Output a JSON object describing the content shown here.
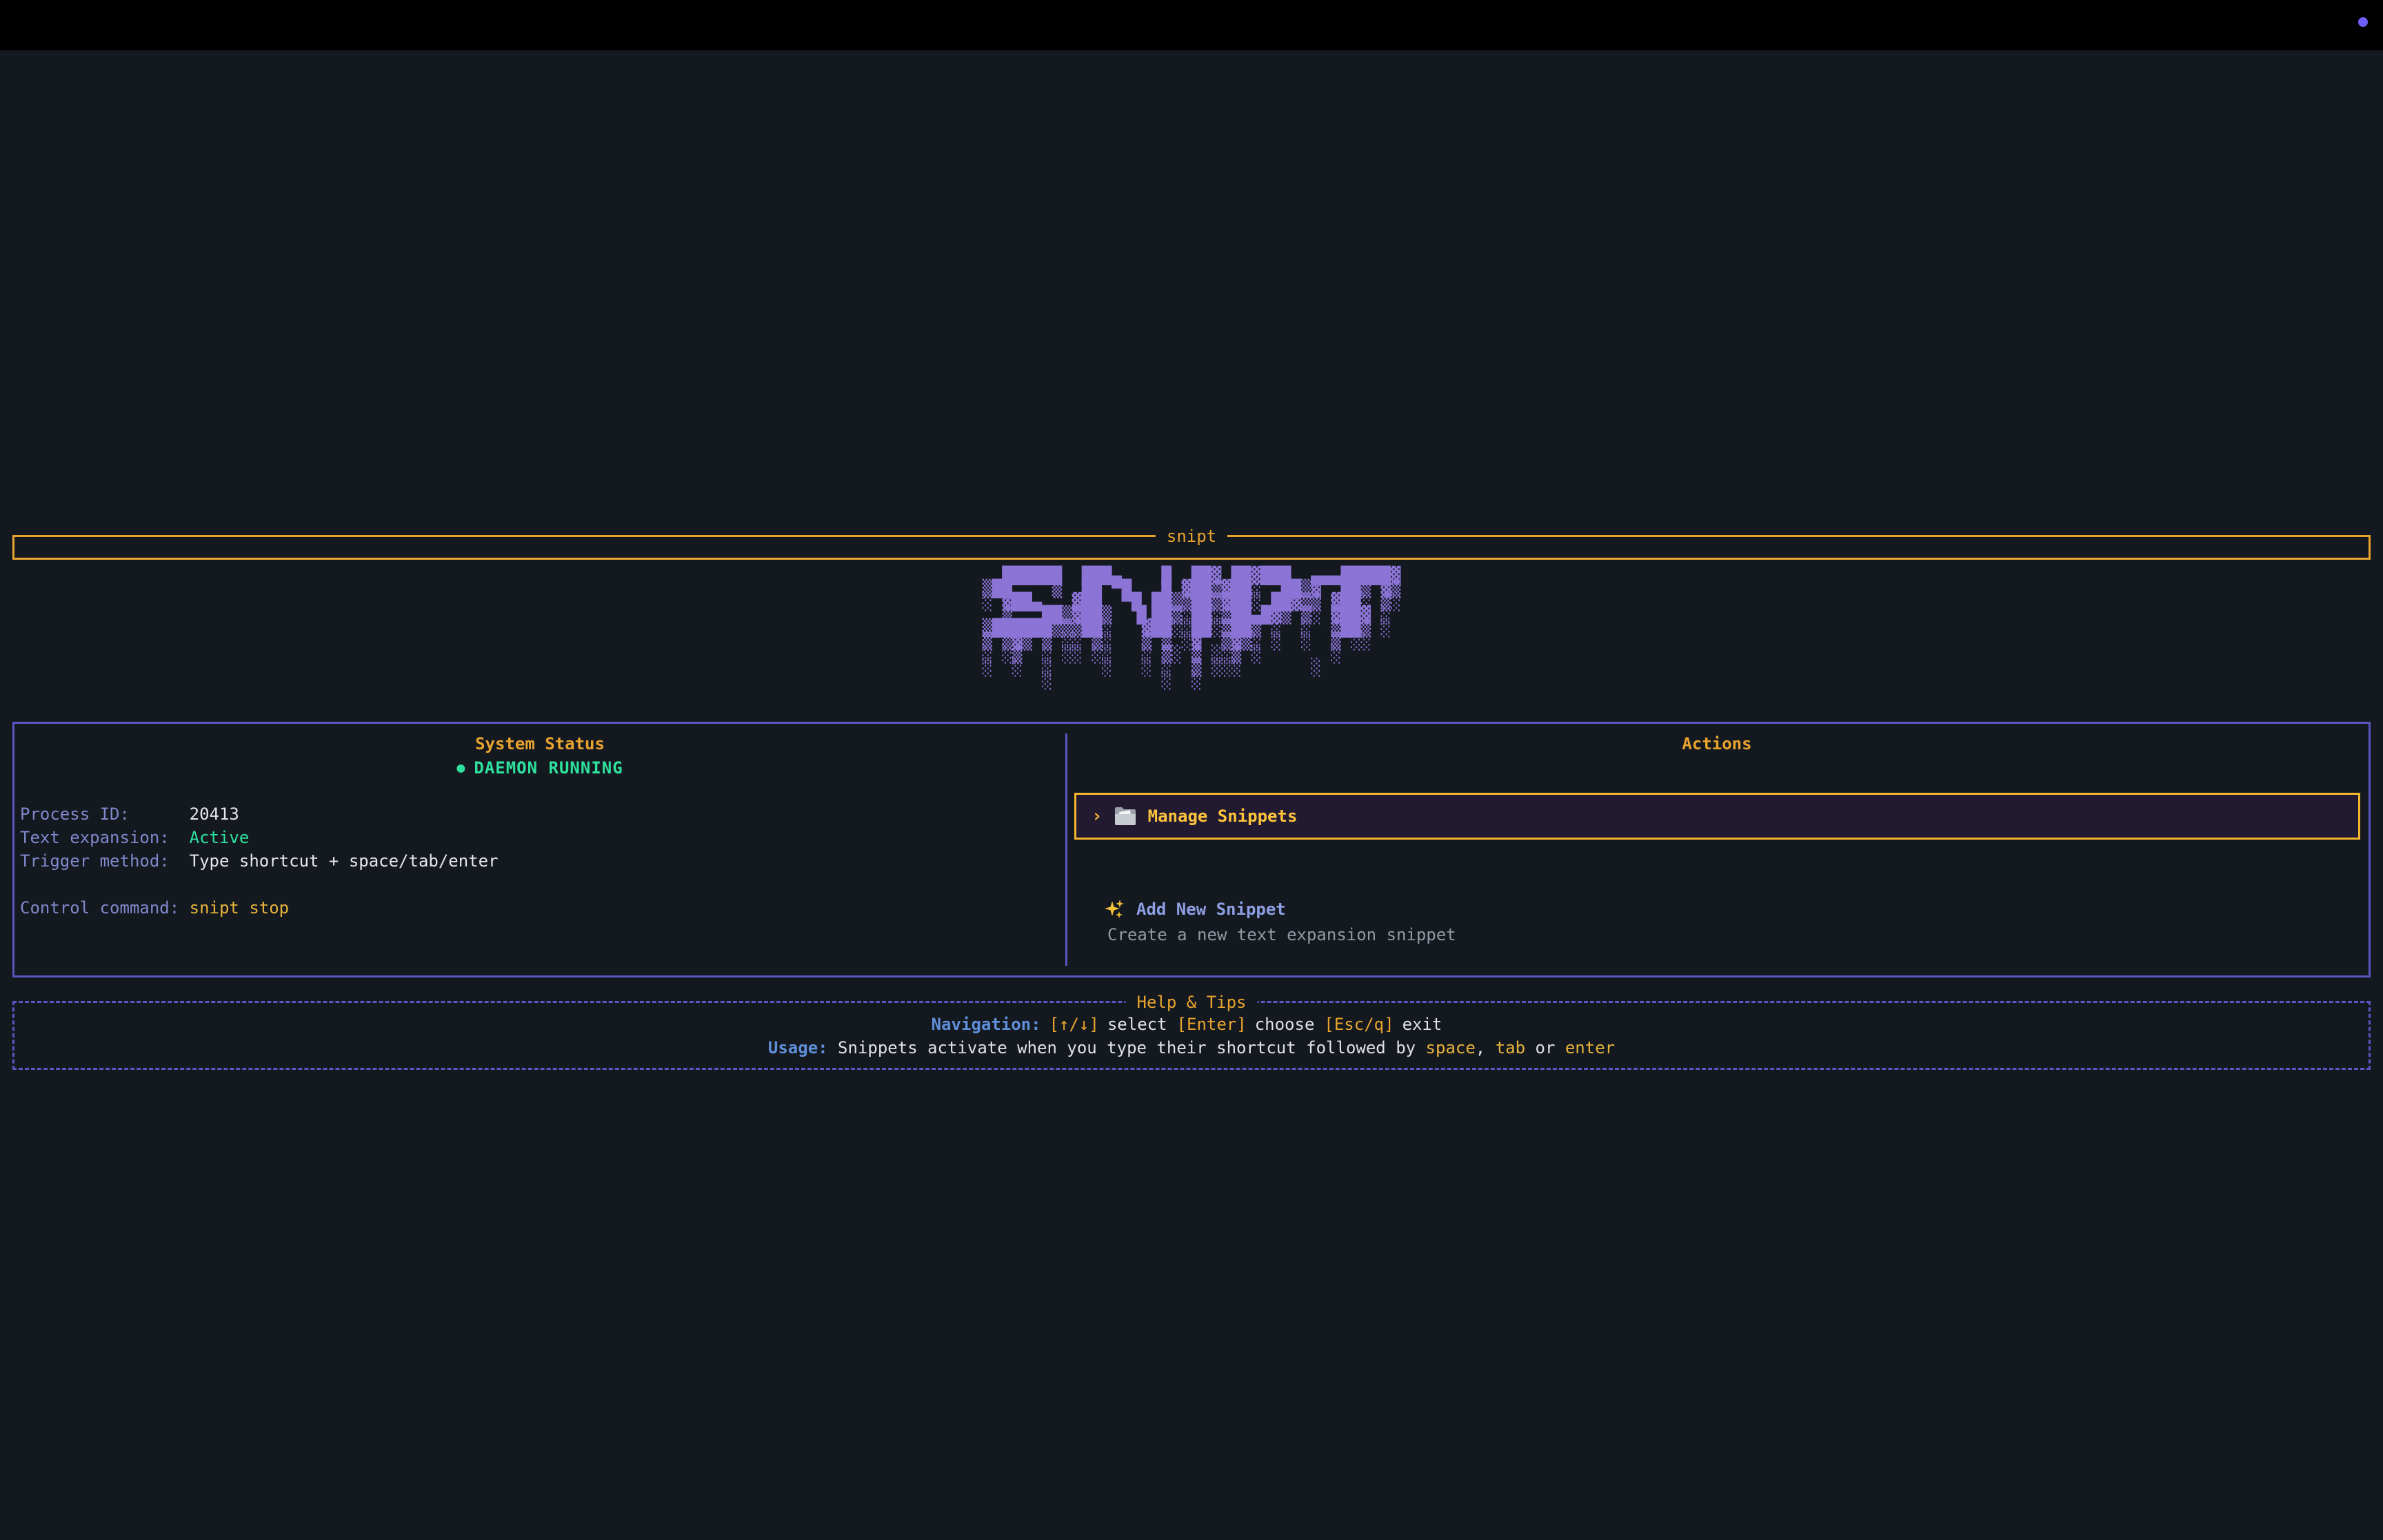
{
  "window": {
    "titlebar_dot": "purple-dot"
  },
  "header": {
    "title": "snipt"
  },
  "logo": {
    "text": "SNIPT",
    "color": "#8b74d6",
    "rows": [
      "  ██████  ███▄    █  ██▓ ██▓███  ▄▄▄█████▓",
      "▒██    ▒  ██ ▀█   █ ▓██▒▓██░  ██▒▓  ██▒ ▓▒",
      "░ ▓██▄   ▓██  ▀█ ██▒▒██▒▓██░ ██▓▒▒ ▓██░ ▒░",
      "  ▒   ██▒▓██▒  ▐▌██▒░██░▒██▄█▓▒ ▒░ ▓██▓ ░ ",
      "▒██████▒▒▒██░   ▓██░░██░▒██▒ ░  ░  ▒██▒ ░ ",
      "▒ ▒▓▒ ▒ ░░ ▒░   ▒ ▒ ░▓  ▒▓▒░ ░  ░  ▒ ░░   ",
      "░ ░▒  ░ ░░ ░░   ░ ▒░ ▒ ░░▒ ░       ░      ",
      "░  ░  ░     ░   ░ ░  ▒ ░░░       ░        ",
      "      ░           ░  ░                    "
    ]
  },
  "status_panel": {
    "title": "System Status",
    "daemon_dot": "●",
    "daemon_badge": "DAEMON RUNNING",
    "rows": [
      {
        "label": "Process ID:",
        "value": "20413"
      },
      {
        "label": "Text expansion:",
        "value": "Active"
      },
      {
        "label": "Trigger method:",
        "value": "Type shortcut + space/tab/enter"
      },
      {
        "label": "Control command:",
        "value": "snipt stop"
      }
    ]
  },
  "actions_panel": {
    "title": "Actions",
    "selected_item": {
      "chevron": "›",
      "icon": "folder-icon",
      "label": "Manage Snippets"
    },
    "secondary_item": {
      "icon": "sparkles-icon",
      "label": "Add New Snippet",
      "description": "Create a new text expansion snippet"
    }
  },
  "help_panel": {
    "title": "Help & Tips",
    "navigation": {
      "label": "Navigation:",
      "keys": [
        {
          "key": "[↑/↓]",
          "action": "select"
        },
        {
          "key": "[Enter]",
          "action": "choose"
        },
        {
          "key": "[Esc/q]",
          "action": "exit"
        }
      ]
    },
    "usage": {
      "label": "Usage:",
      "text_before": " Snippets activate when you type their shortcut followed by ",
      "hl1": "space",
      "sep1": ", ",
      "hl2": "tab",
      "sep2": " or ",
      "hl3": "enter"
    }
  },
  "colors": {
    "background": "#14181f",
    "topbar": "#000000",
    "accent_orange": "#e8a42e",
    "selection_gold": "#f5b62e",
    "selection_bg": "#221a30",
    "border_indigo": "#5856c0",
    "logo_purple": "#8b74d6",
    "status_green": "#2ee29e",
    "label_periwinkle": "#8089cc",
    "key_blue": "#5f8fd9",
    "value_gold": "#e7b43c",
    "dot_purple": "#6f5ef5"
  }
}
